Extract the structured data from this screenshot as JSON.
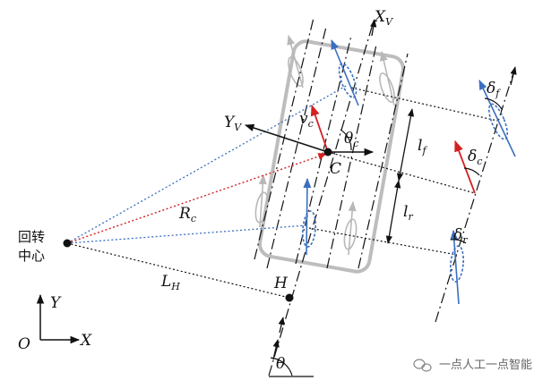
{
  "labels": {
    "xv": "X",
    "xv_sub": "V",
    "yv": "Y",
    "yv_sub": "V",
    "vc": "v",
    "vc_sub": "c",
    "theta_c": "θ",
    "theta_c_sub": "c",
    "c_point": "C",
    "lf": "l",
    "lf_sub": "f",
    "lr": "l",
    "lr_sub": "r",
    "delta_f": "δ",
    "delta_f_sub": "f",
    "delta_c": "δ",
    "delta_c_sub": "c",
    "delta_r": "δ",
    "delta_r_sub": "r",
    "rc": "R",
    "rc_sub": "c",
    "lh": "L",
    "lh_sub": "H",
    "h_point": "H",
    "theta": "θ",
    "center_line1": "回转",
    "center_line2": "中心",
    "axis_y": "Y",
    "axis_x": "X",
    "origin": "O"
  },
  "watermark": "一点人工一点智能",
  "colors": {
    "blue": "#3a6fc0",
    "red": "#d42020",
    "gray": "#b8b8b8",
    "black": "#111111"
  }
}
